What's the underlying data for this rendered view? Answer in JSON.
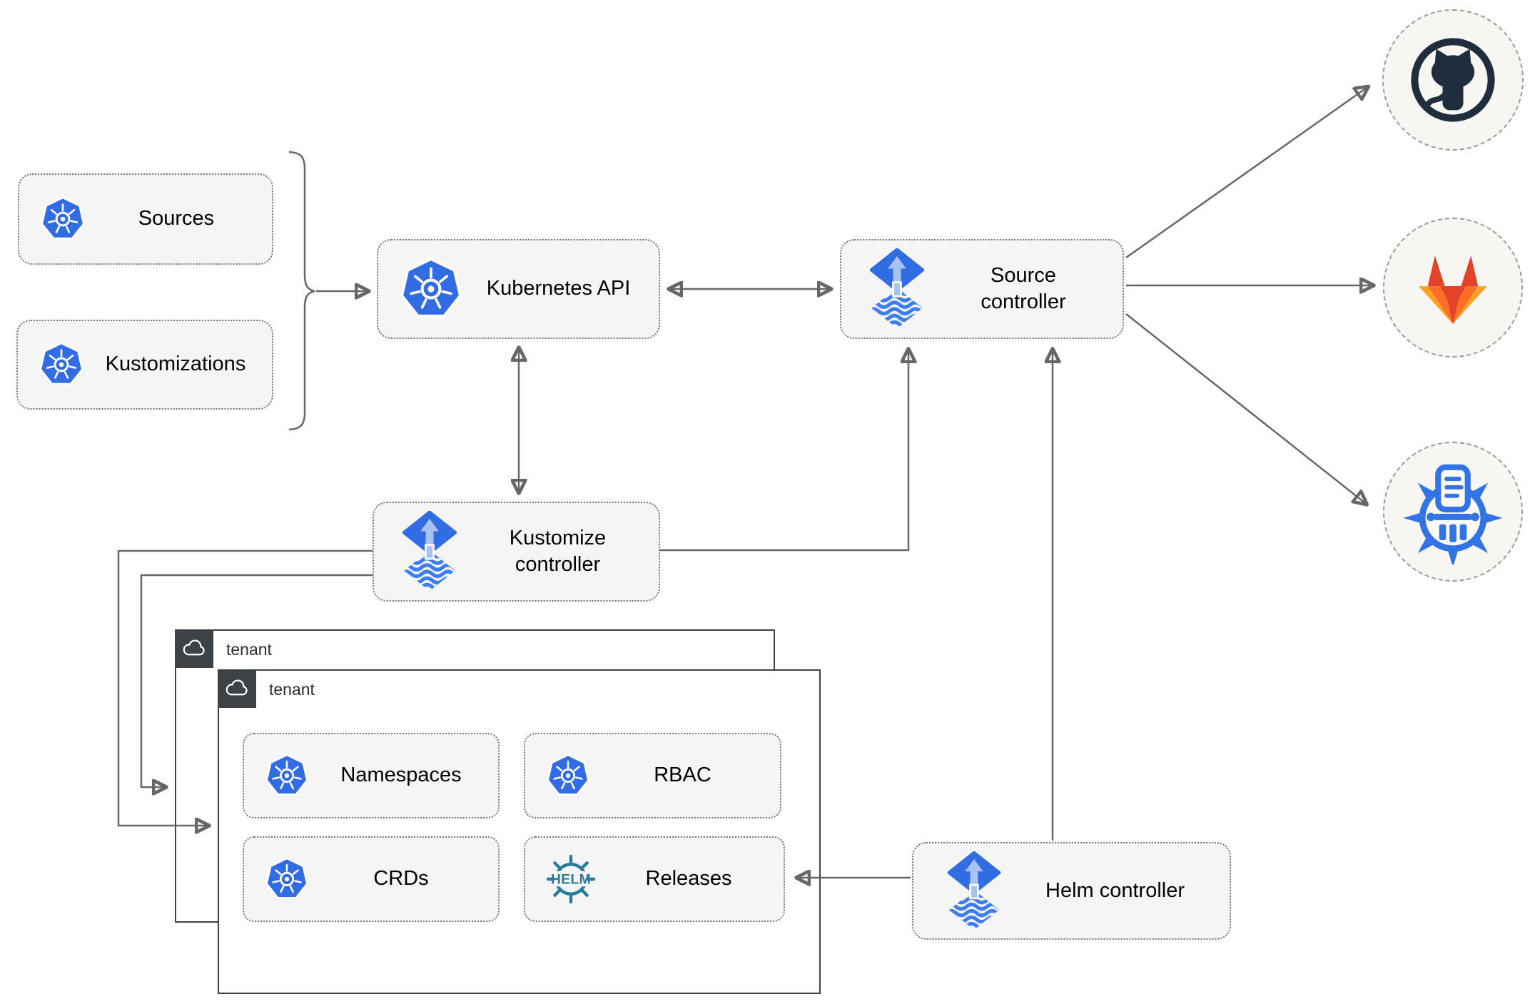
{
  "nodes": {
    "sources": {
      "label": "Sources",
      "icon": "kubernetes-icon"
    },
    "kustomizations": {
      "label": "Kustomizations",
      "icon": "kubernetes-icon"
    },
    "kubernetes_api": {
      "label": "Kubernetes API",
      "icon": "kubernetes-icon"
    },
    "source_controller": {
      "label": "Source controller",
      "icon": "flux-icon"
    },
    "kustomize_controller": {
      "label": "Kustomize controller",
      "icon": "flux-icon"
    },
    "helm_controller": {
      "label": "Helm controller",
      "icon": "flux-icon"
    },
    "namespaces": {
      "label": "Namespaces",
      "icon": "kubernetes-icon"
    },
    "rbac": {
      "label": "RBAC",
      "icon": "kubernetes-icon"
    },
    "crds": {
      "label": "CRDs",
      "icon": "kubernetes-icon"
    },
    "releases": {
      "label": "Releases",
      "icon": "helm-icon"
    }
  },
  "groups": {
    "tenant_back": {
      "label": "tenant",
      "icon": "cloud-icon"
    },
    "tenant_front": {
      "label": "tenant",
      "icon": "cloud-icon"
    }
  },
  "endpoints": {
    "github": {
      "icon": "github-icon"
    },
    "gitlab": {
      "icon": "gitlab-icon"
    },
    "chartmuseum": {
      "icon": "chartmuseum-icon"
    }
  },
  "logo_text": {
    "helm": "HELM"
  },
  "colors": {
    "kubernetes_blue": "#326ce5",
    "flux_blue": "#316de2",
    "flux_light_blue": "#a6c3f3",
    "helm_teal": "#2a7b9b",
    "github_dark": "#1f2d3c",
    "gitlab_red": "#e24329",
    "gitlab_orange": "#fc6d26",
    "gitlab_amber": "#fca326",
    "chartmuseum_blue": "#3273e5",
    "connector_gray": "#676767",
    "node_fill": "#f5f5f5",
    "tenant_border": "#3c4245",
    "endpoint_fill": "#f7f6f2"
  }
}
